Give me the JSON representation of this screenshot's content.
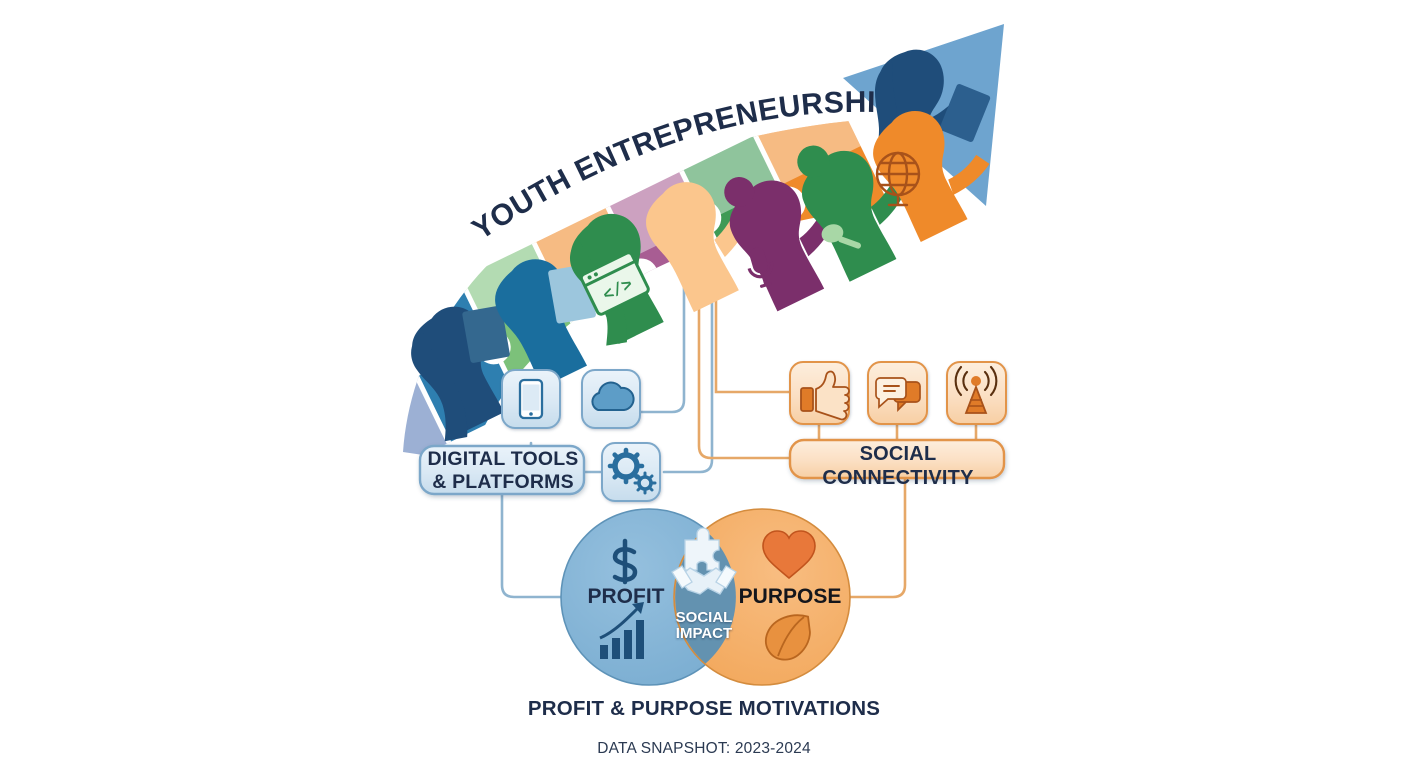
{
  "meta": {
    "background_color": "#ffffff",
    "navy": "#1e2d4a",
    "blue_accent": "#5b8db8",
    "orange_accent": "#e08a3c"
  },
  "title": {
    "text": "YOUTH ENTREPRENEURSHIP RISE",
    "color": "#1e2d4a",
    "placement": "arched along rising arrow"
  },
  "arrow": {
    "name": "rising-arrow-band",
    "direction": "up-right",
    "head_color": "#6ea4cf",
    "head_silhouette": "young-woman-with-tablet",
    "puzzle_pieces": [
      {
        "label": "piece-1",
        "color": "#9cb0d4",
        "silhouette": "girl-with-tablet",
        "icon": ""
      },
      {
        "label": "piece-2",
        "color": "#2e7fb0",
        "silhouette": "boy-with-tablet",
        "icon": ""
      },
      {
        "label": "piece-3",
        "color": "#7cc17a",
        "silhouette": "girl-with-code-window",
        "icon": "code-window-icon"
      },
      {
        "label": "piece-4",
        "color": "#ef8a2a",
        "silhouette": "young-man-pointing",
        "icon": ""
      },
      {
        "label": "piece-5",
        "color": "#c49bc8",
        "silhouette": "woman-with-microphone",
        "icon": "microphone-icon"
      },
      {
        "label": "piece-6",
        "color": "#8cc48a",
        "silhouette": "person-with-microphone",
        "icon": "microphone-icon"
      },
      {
        "label": "piece-7",
        "color": "#f6b26b",
        "silhouette": "person-holding-globe",
        "icon": "globe-icon"
      }
    ]
  },
  "branches": {
    "digital": {
      "label": "DIGITAL TOOLS\n& PLATFORMS",
      "label_line1": "DIGITAL TOOLS",
      "label_line2": "& PLATFORMS",
      "fill": "#dbe9f4",
      "stroke": "#7ba7c9",
      "icons": [
        {
          "name": "smartphone-icon",
          "label": "smartphone"
        },
        {
          "name": "cloud-icon",
          "label": "cloud"
        },
        {
          "name": "gears-icon",
          "label": "gears"
        }
      ]
    },
    "social": {
      "label": "SOCIAL CONNECTIVITY",
      "fill": "#fbdfc3",
      "stroke": "#e2944a",
      "icons": [
        {
          "name": "thumbs-up-icon",
          "label": "thumbs up"
        },
        {
          "name": "chat-bubbles-icon",
          "label": "chat bubbles"
        },
        {
          "name": "broadcast-tower-icon",
          "label": "broadcast tower"
        }
      ]
    }
  },
  "venn": {
    "left": {
      "label": "PROFIT",
      "color": "#84b4d6",
      "icons": [
        {
          "name": "dollar-sign-icon",
          "label": "$"
        },
        {
          "name": "growth-chart-icon",
          "label": "growth bar chart with arrow"
        }
      ]
    },
    "right": {
      "label": "PURPOSE",
      "color": "#f5b06b",
      "icons": [
        {
          "name": "heart-icon",
          "label": "heart"
        },
        {
          "name": "leaf-icon",
          "label": "leaf"
        }
      ]
    },
    "overlap": {
      "label_line1": "SOCIAL",
      "label_line2": "IMPACT",
      "color": "#5b90b4",
      "icons": [
        {
          "name": "puzzle-piece-icon",
          "label": "puzzle piece"
        },
        {
          "name": "handshake-icon",
          "label": "handshake"
        }
      ]
    }
  },
  "captions": {
    "main": "PROFIT & PURPOSE MOTIVATIONS",
    "sub": "DATA SNAPSHOT: 2023-2024"
  }
}
